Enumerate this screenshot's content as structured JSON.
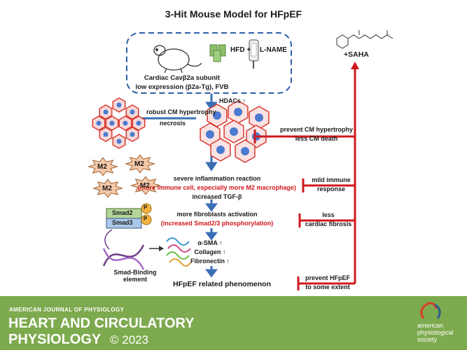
{
  "title": "3-Hit Mouse Model for HFpEF",
  "model": {
    "hfd": "HFD +",
    "lname": "L-NAME",
    "line1": "Cardiac Cavβ2a subunit",
    "line2": "low expression (β2a-Tg), FVB"
  },
  "saha_label": "+SAHA",
  "flow": {
    "hdacs": "HDACs ↑",
    "hypertrophy": "robust CM hypertrophy",
    "necrosis": "necrosis",
    "inflammation": "severe inflammation reaction",
    "inflammation_detail": "(more immune cell, especially more M2 macrophage)",
    "tgf": "increased TGF-β",
    "fibro": "more fibroblasts activation",
    "fibro_detail": "(increased Smad2/3 phosphorylation)",
    "markers": [
      "α-SMA ↑",
      "Collagen ↑",
      "Fibronectin ↑"
    ],
    "phenomenon": "HFpEF related phenomenon"
  },
  "effects": [
    {
      "line1": "prevent CM hypertrophy",
      "line2": "less CM death"
    },
    {
      "line1": "mild immune",
      "line2": "response"
    },
    {
      "line1": "less",
      "line2": "cardiac fibrosis"
    },
    {
      "line1": "prevent HFpEF",
      "line2": "to some extent"
    }
  ],
  "m2_labels": [
    "M2",
    "M2",
    "M2",
    "M2"
  ],
  "smad": {
    "smad2": "Smad2",
    "smad3": "Smad3",
    "p": "P",
    "element": "Smad-Binding\nelement"
  },
  "footer": {
    "journal_small": "AMERICAN JOURNAL OF PHYSIOLOGY",
    "journal_line1": "HEART AND CIRCULATORY",
    "journal_line2": "PHYSIOLOGY",
    "copyright": "© 2023",
    "society": "american\nphysiological\nsociety"
  },
  "colors": {
    "red": "#d0181d",
    "blue": "#3a6fb5",
    "green": "#7daa4e",
    "cell": "#d9382d",
    "nucleus": "#4a7bd0"
  }
}
